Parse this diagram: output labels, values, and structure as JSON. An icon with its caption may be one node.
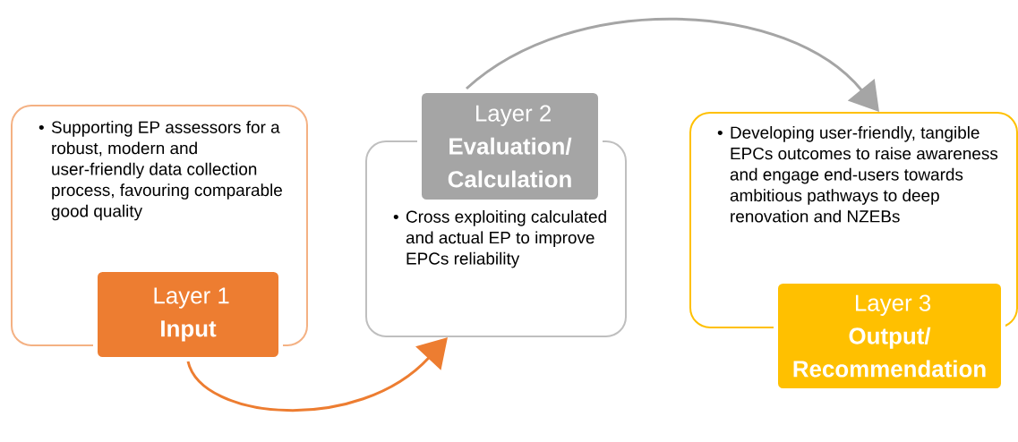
{
  "diagram": {
    "nodes": [
      {
        "text": [
          "Supporting EP assessors for a robust, modern and user-friendly data collection process, favouring comparable good quality"
        ]
      },
      {
        "text": [
          "Layer 1",
          "Input"
        ]
      },
      {
        "text": [
          "Cross exploiting calculated and actual EP to improve EPCs reliability"
        ]
      },
      {
        "text": [
          "Layer 2",
          "Evaluation/ Calculation"
        ]
      },
      {
        "text": [
          "Developing user-friendly, tangible EPCs outcomes to raise awareness and engage end-users towards ambitious pathways to deep renovation and NZEBs"
        ]
      },
      {
        "text": [
          "Layer 3",
          "Output/ Recommendation"
        ]
      }
    ],
    "edges": [
      {
        "from": 1,
        "to": 2,
        "arrow": "to",
        "color": "#ed7d31"
      },
      {
        "from": 3,
        "to": 4,
        "arrow": "to",
        "color": "#a5a5a5"
      }
    ],
    "labels": [
      "•",
      "•",
      "•"
    ]
  }
}
